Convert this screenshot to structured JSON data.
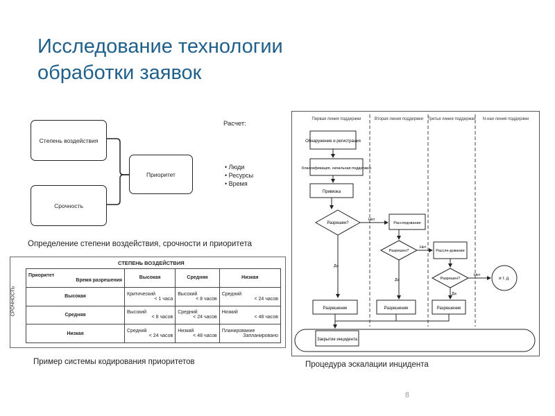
{
  "slide": {
    "title": "Исследование технологии\nобработки заявок",
    "page_number": "8"
  },
  "left_diagram": {
    "impact_box": "Степень воздействия",
    "urgency_box": "Срочность",
    "priority_box": "Приоритет",
    "calc_label": "Расчет:",
    "calc_items": [
      "Люди",
      "Ресурсы",
      "Время"
    ],
    "caption": "Определение степени воздействия, срочности и приоритета"
  },
  "priority_table": {
    "header_impact": "СТЕПЕНЬ ВОЗДЕЙСТВИЯ",
    "corner_top": "Приоритет",
    "corner_bottom": "Время разрешения",
    "side_label": "СРОЧНОСТЬ",
    "columns": [
      "Высокая",
      "Средняя",
      "Низкая"
    ],
    "rows": [
      {
        "label": "Высокая",
        "cells": [
          [
            "Критический",
            "< 1 часа"
          ],
          [
            "Высокий",
            "< 8 часов"
          ],
          [
            "Средний",
            "< 24 часов"
          ]
        ]
      },
      {
        "label": "Средняя",
        "cells": [
          [
            "Высокий",
            "< 8 часов"
          ],
          [
            "Средний",
            "< 24 часов"
          ],
          [
            "Низкий",
            "< 48 часов"
          ]
        ]
      },
      {
        "label": "Низкая",
        "cells": [
          [
            "Средний",
            "< 24 часов"
          ],
          [
            "Низкий",
            "< 48 часов"
          ],
          [
            "Планирование",
            "Запланировано"
          ]
        ]
      }
    ],
    "caption": "Пример системы кодирования приоритетов"
  },
  "escalation": {
    "lanes": [
      "Первая линия поддержки",
      "Вторая линия поддержки",
      "Третья линия поддержки",
      "N-ная линия поддержки"
    ],
    "detect": "Обнаружение и регистрация",
    "classify": "Классификация, начальная поддержка",
    "assign": "Привязка",
    "resolved_q": "Разрешен?",
    "investigate": "Расследование",
    "investigate2": "Рассле-дование",
    "resolution": "Разрешение",
    "close": "Закрытие инцидента",
    "etc": "и т. д.",
    "yes": "Да",
    "no": "Нет",
    "caption": "Процедура эскалации инцидента"
  }
}
